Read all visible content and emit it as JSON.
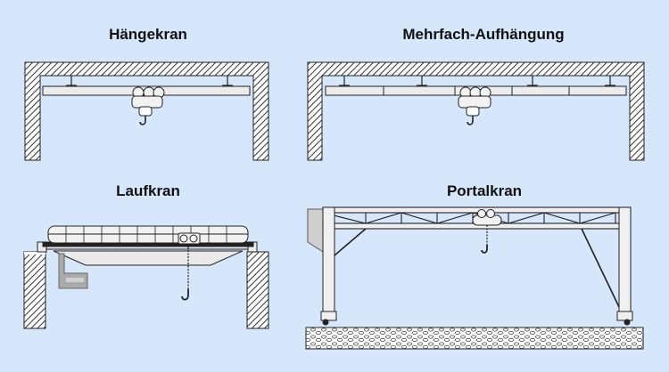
{
  "colors": {
    "background": "#d6e6fb",
    "hatch": "#555555",
    "metal": "#e6e6e6",
    "metal_dark": "#9a9a9a",
    "outline": "#222222"
  },
  "panels": {
    "haengekran": {
      "title": "Hängekran"
    },
    "mehrfach": {
      "title": "Mehrfach-Aufhängung"
    },
    "laufkran": {
      "title": "Laufkran"
    },
    "portalkran": {
      "title": "Portalkran"
    }
  }
}
